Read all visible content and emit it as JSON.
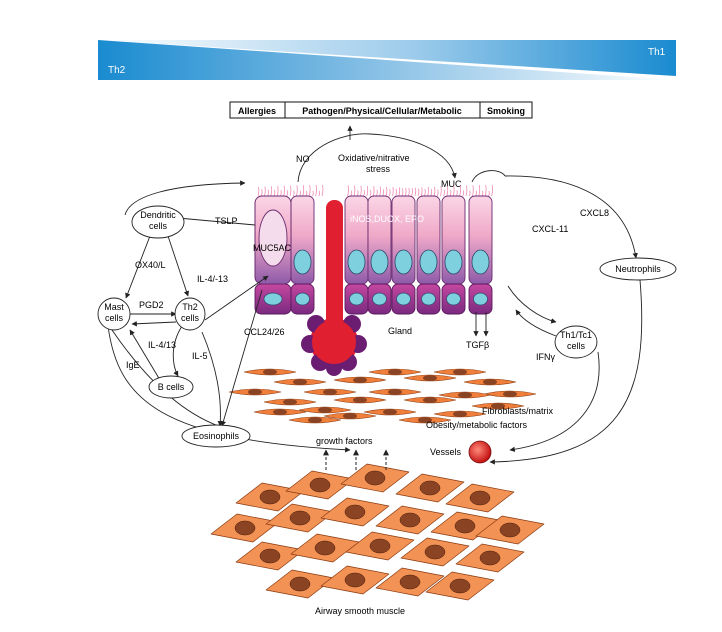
{
  "banner": {
    "left_label": "Th2",
    "right_label": "Th1",
    "gradient_dark": "#1a8bd0",
    "gradient_light": "#ffffff"
  },
  "triggers": [
    "Allergies",
    "Pathogen/Physical/Cellular/Metabolic",
    "Smoking"
  ],
  "labels": {
    "no": "NO",
    "oxidative_line1": "Oxidative/nitrative",
    "oxidative_line2": "stress",
    "muc": "MUC",
    "tslp": "TSLP",
    "muc5ac": "MUC5AC",
    "inos": "iNOS,DUOX, EPO",
    "cxcl8": "CXCL8",
    "cxcl11": "CXCL-11",
    "ox40l": "OX40/L",
    "il413_top": "IL-4/-13",
    "pgd2": "PGD2",
    "il413_left": "IL-4/13",
    "il5": "IL-5",
    "ige": "IgE",
    "ccl": "CCL24/26",
    "gland": "Gland",
    "tgfb": "TGFβ",
    "ifng": "IFNγ",
    "fibroblasts": "Fibroblasts/matrix",
    "obesity": "Obesity/metabolic factors",
    "vessels": "Vessels",
    "growth_factors": "growth factors",
    "smooth_muscle": "Airway smooth muscle"
  },
  "cells": {
    "dendritic": [
      "Dendritic",
      "cells"
    ],
    "mast": [
      "Mast",
      "cells"
    ],
    "th2": [
      "Th2",
      "cells"
    ],
    "bcells": "B cells",
    "eosinophils": "Eosinophils",
    "neutrophils": "Neutrophils",
    "th1": [
      "Th1/Tc1",
      "cells"
    ]
  },
  "colors": {
    "epithelium_top": "#f6c6dc",
    "epithelium_bottom": "#8a58a8",
    "basal": "#b23a92",
    "nucleus": "#7fd0df",
    "gland": "#e02030",
    "gland_cluster": "#6b1d72",
    "fibroblast": "#f07f3c",
    "smooth_muscle": "#f39255",
    "muscle_nucleus": "#8b4423",
    "vessel": "#d91c1c"
  }
}
